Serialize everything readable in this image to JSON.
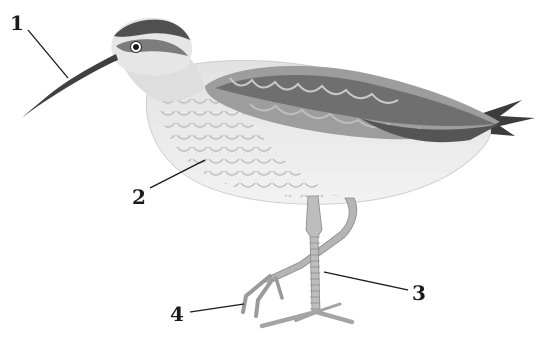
{
  "figure": {
    "subject_icon": "bird-icon",
    "callouts": [
      {
        "id": "1",
        "label": "1"
      },
      {
        "id": "2",
        "label": "2"
      },
      {
        "id": "3",
        "label": "3"
      },
      {
        "id": "4",
        "label": "4"
      }
    ]
  },
  "colors": {
    "background": "#ffffff",
    "ink": "#1a1a1a",
    "wing_dark": "#6e6e6e",
    "wing_mid": "#9c9c9c",
    "wing_light": "#c2c2c2",
    "breast": "#e4e4e4",
    "belly": "#f1f1f1",
    "bill": "#4a4a4a",
    "legs": "#b8b8b8"
  }
}
